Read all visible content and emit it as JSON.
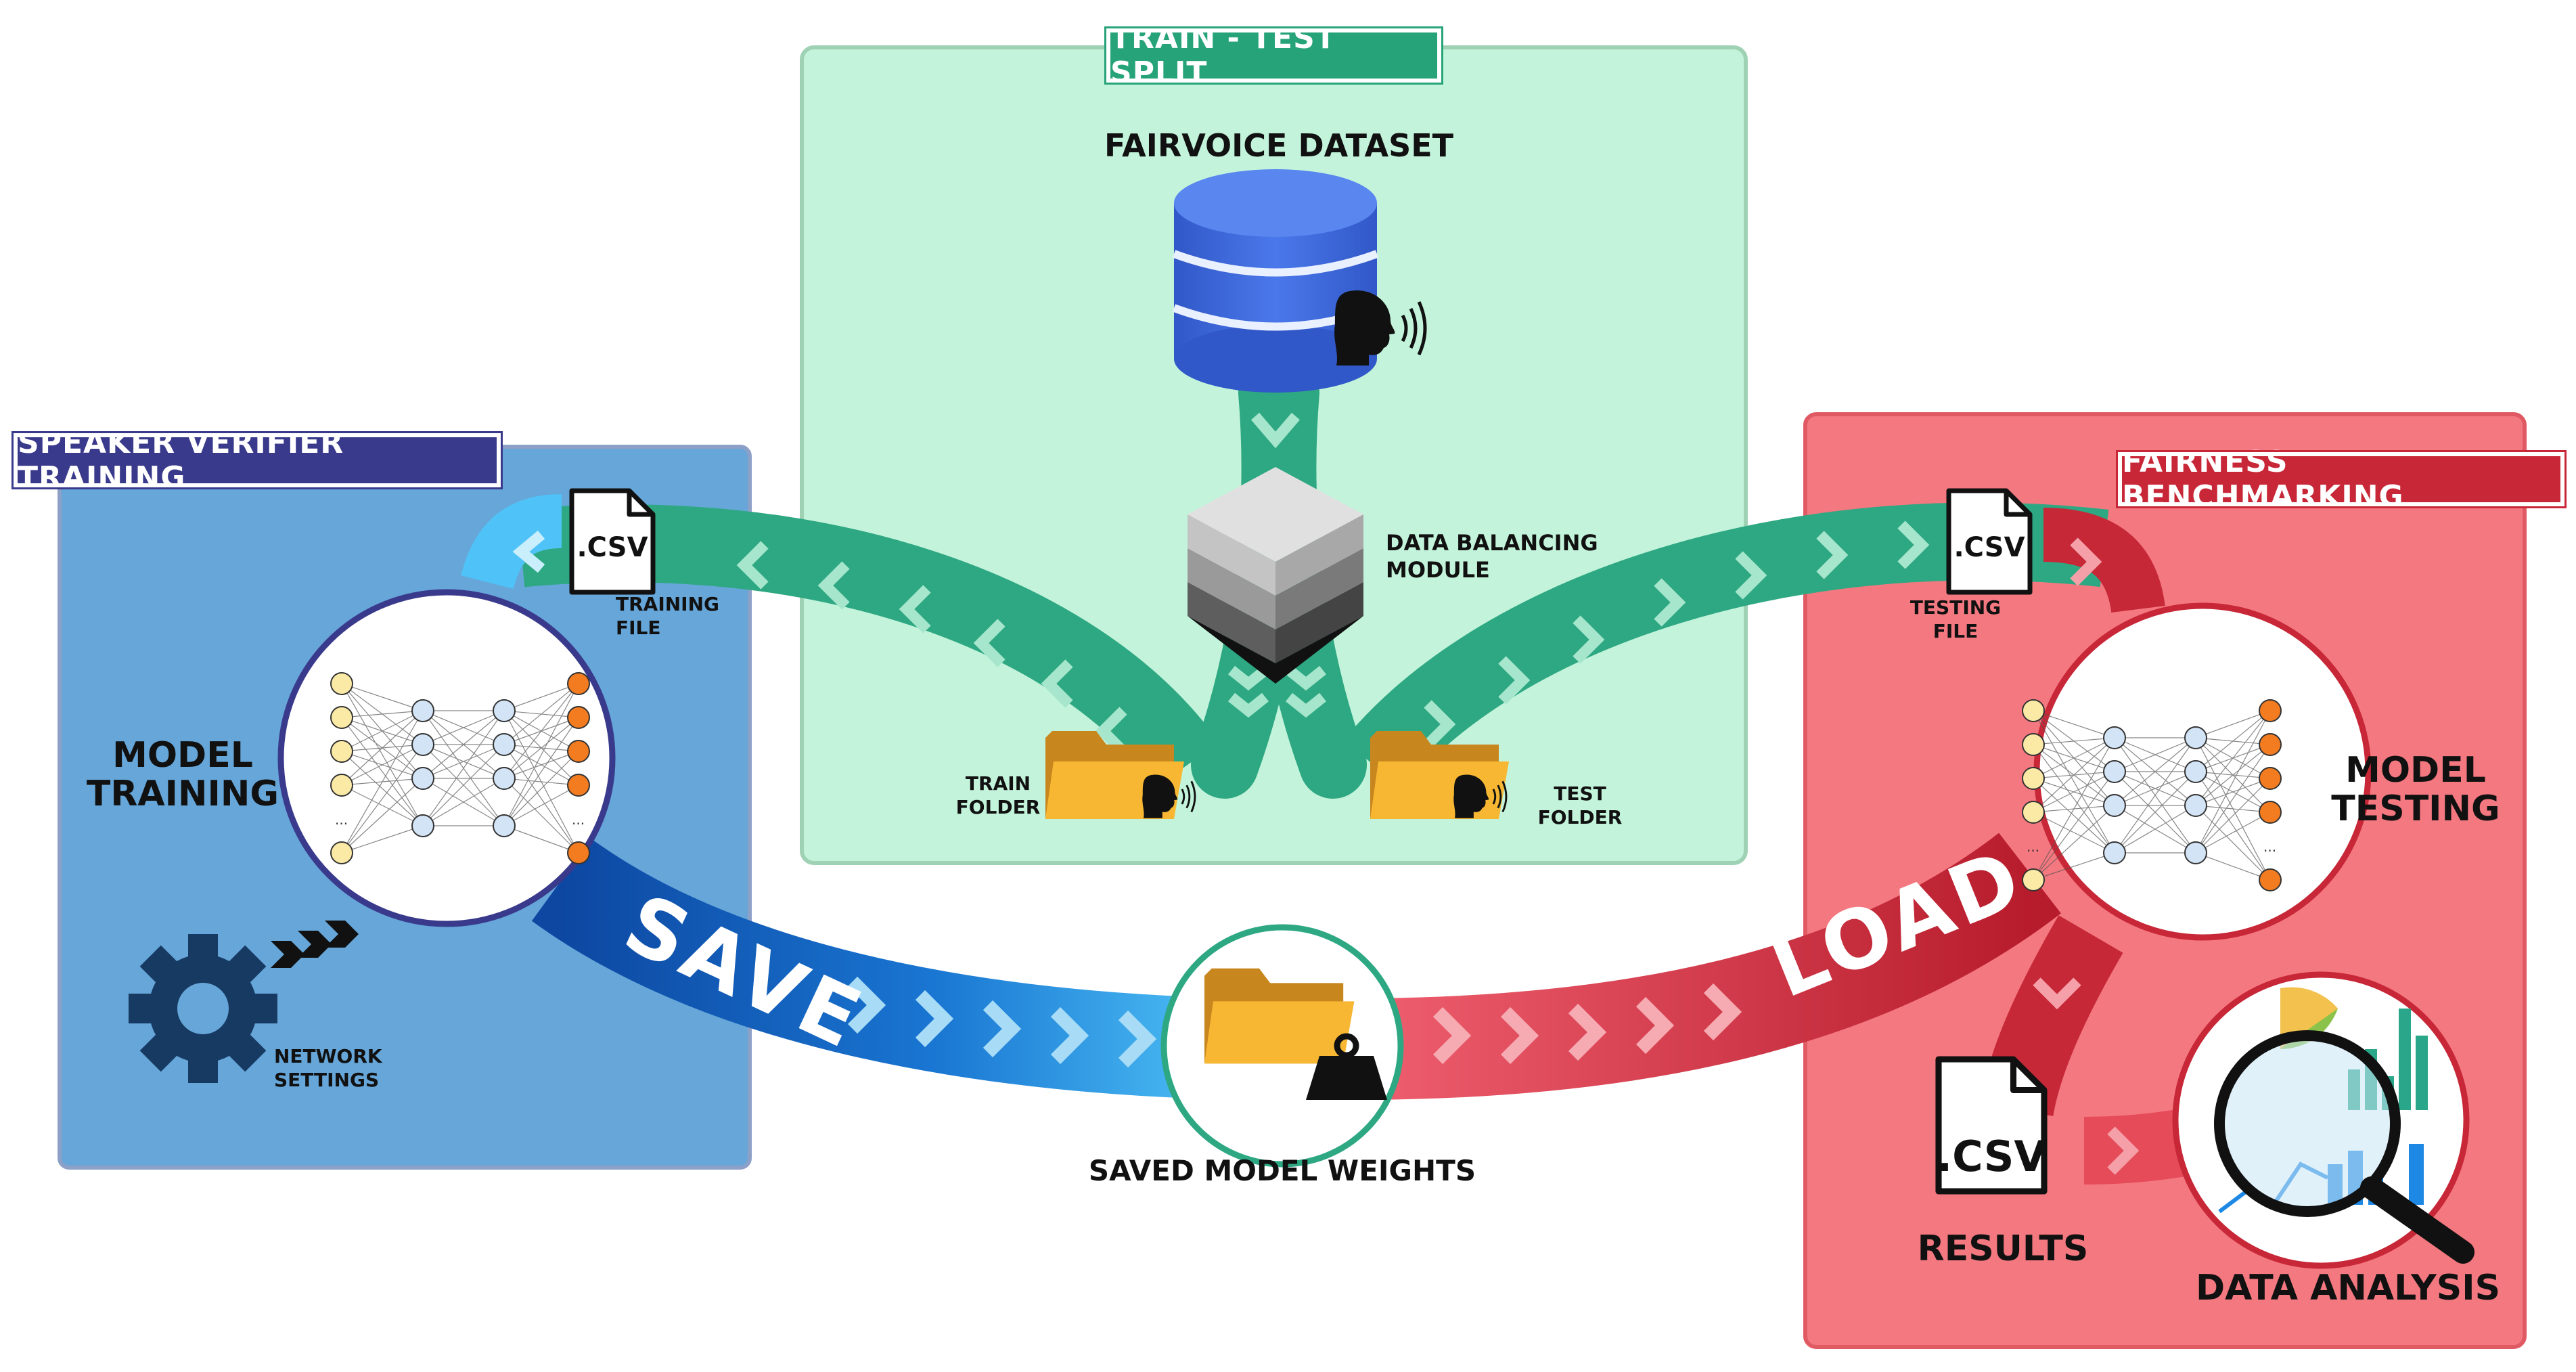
{
  "colors": {
    "blue_panel": "#66a6d9",
    "green_panel": "#c3f4db",
    "red_panel": "#f47880",
    "green_flow": "#2ea882",
    "blue_flow": "#1565c0",
    "red_flow": "#d32f3f",
    "tag_blue": "#3a3a8c",
    "tag_green": "#27a37a",
    "tag_red": "#c72737",
    "folder": "#f7b733",
    "database": "#3f67d8"
  },
  "panels": {
    "training": {
      "title": "Speaker Verifier Training"
    },
    "split": {
      "title": "Train - Test Split"
    },
    "fairness": {
      "title": "Fairness Benchmarking"
    }
  },
  "nodes": {
    "dataset": "FairVoice Dataset",
    "balancing": "Data  Balancing Module",
    "train_folder": "Train Folder",
    "test_folder": "Test Folder",
    "training_file": "Training File",
    "testing_file": "Testing File",
    "csv_label": ".CSV",
    "model_training": "Model Training",
    "model_testing": "Model Testing",
    "network_settings": "Network Settings",
    "saved_weights": "Saved Model Weights",
    "results": "Results",
    "data_analysis": "Data Analysis"
  },
  "flows": {
    "save": "SAVE",
    "load": "LOAD"
  },
  "icons": [
    "database-icon",
    "speaker-head-icon",
    "sound-wave-icon",
    "cube-stack-icon",
    "folder-icon",
    "csv-file-icon",
    "neural-network-icon",
    "gear-icon",
    "weight-icon",
    "magnifier-icon",
    "chart-icon"
  ]
}
